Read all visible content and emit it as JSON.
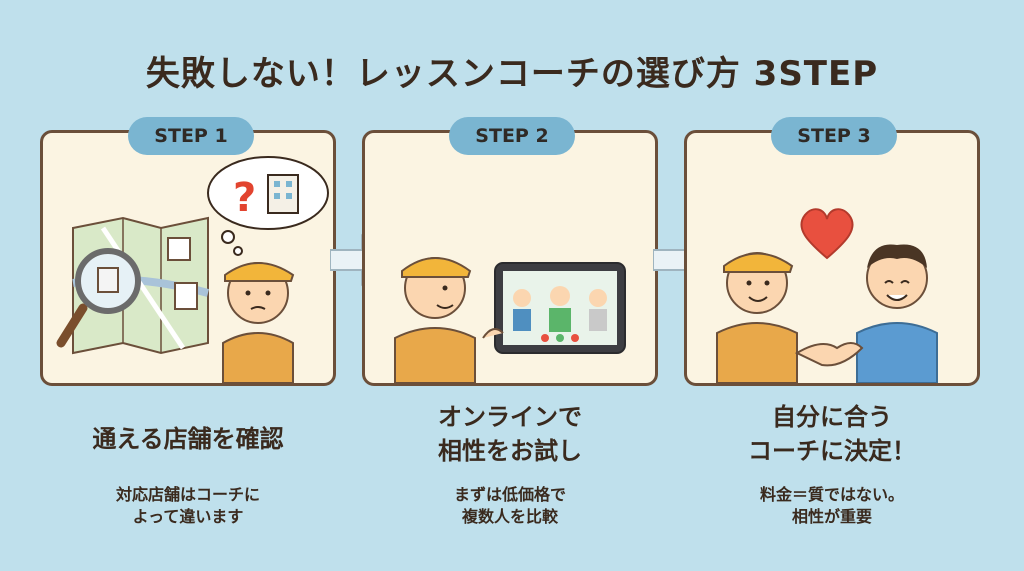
{
  "title": "失敗しない！レッスンコーチの選び方 3STEP",
  "steps": [
    {
      "badge": "STEP 1",
      "heading": [
        "通える店舗を確認"
      ],
      "sub": [
        "対応店舗はコーチに",
        "よって違います"
      ]
    },
    {
      "badge": "STEP 2",
      "heading": [
        "オンラインで",
        "相性をお試し"
      ],
      "sub": [
        "まずは低価格で",
        "複数人を比較"
      ]
    },
    {
      "badge": "STEP 3",
      "heading": [
        "自分に合う",
        "コーチに決定！"
      ],
      "sub": [
        "料金＝質ではない。",
        "相性が重要"
      ]
    }
  ],
  "thought_bubble_symbol": "?",
  "colors": {
    "background": "#bfe0ec",
    "panel": "#fbf4e2",
    "panel_border": "#6b4f3a",
    "badge": "#7ab5d1",
    "visor": "#f2b53a",
    "shirt": "#e8a84a",
    "heart": "#e8503f"
  }
}
